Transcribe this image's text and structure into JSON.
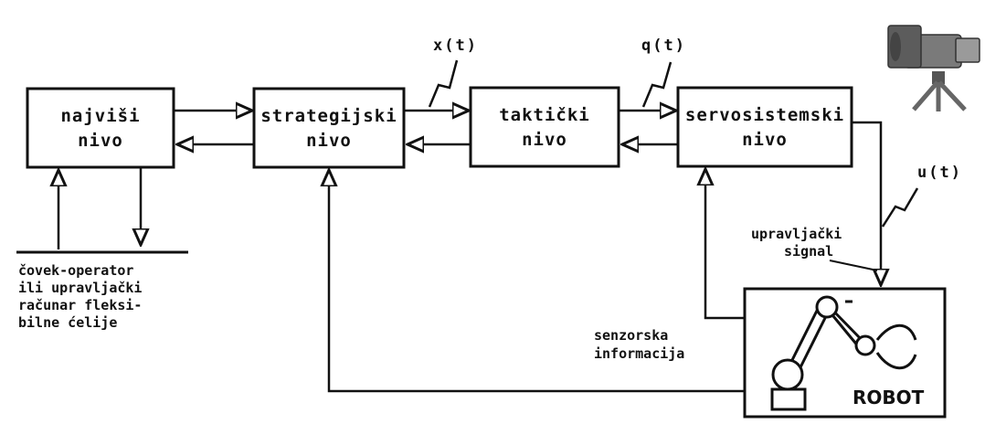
{
  "blocks": {
    "najvisi": {
      "line1": "najviši",
      "line2": "nivo"
    },
    "strategijski": {
      "line1": "strategijski",
      "line2": "nivo"
    },
    "takticki": {
      "line1": "taktički",
      "line2": "nivo"
    },
    "servosistemski": {
      "line1": "servosistemski",
      "line2": "nivo"
    }
  },
  "signals": {
    "x": "x(t)",
    "q": "q(t)",
    "u": "u(t)"
  },
  "labels": {
    "upravljacki_1": "upravljački",
    "upravljacki_2": "signal",
    "senzorska_1": "senzorska",
    "senzorska_2": "informacija",
    "robot": "ROBOT"
  },
  "operator": {
    "lines": [
      "čovek-operator",
      "ili upravljački",
      "računar fleksi-",
      "bilne ćelije"
    ]
  },
  "icons": {
    "camera": "video-camera-on-tripod-icon",
    "robot_arm": "robot-arm-icon"
  }
}
